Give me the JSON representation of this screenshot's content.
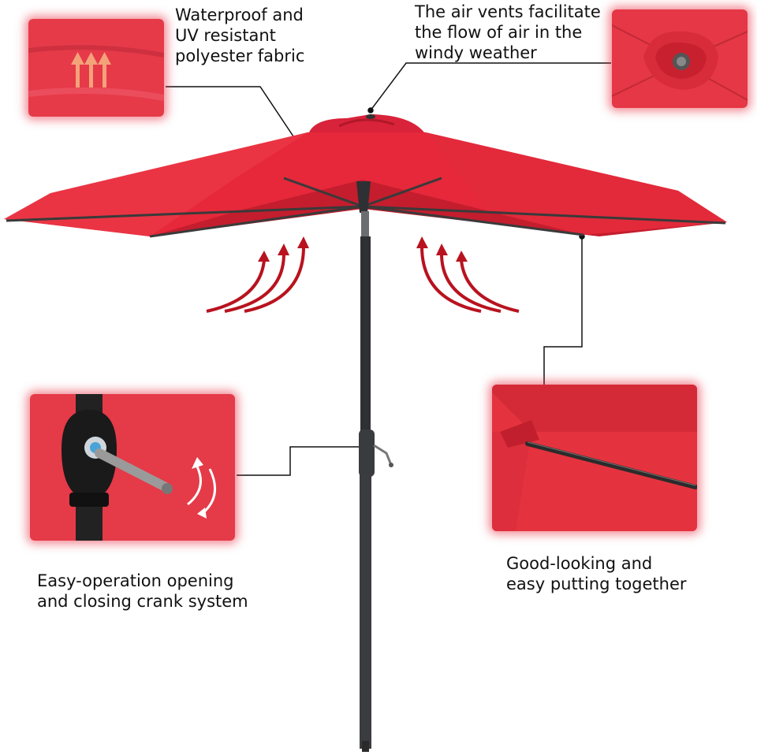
{
  "captions": {
    "fabric": "Waterproof and\nUV resistant\npolyester fabric",
    "vents": "The air vents facilitate\nthe flow of air in the\nwindy weather",
    "crank": "Easy-operation opening\nand closing crank system",
    "assembly": "Good-looking and\neasy putting together"
  },
  "colors": {
    "canopy": "#e6283a",
    "canopy_dark": "#c41d2e",
    "pole": "#2f3033",
    "panel_bg": "#e53a48",
    "arrow_red": "#b8131f",
    "arrow_orange": "#f4a27a"
  },
  "illustration": {
    "subject": "red-patio-umbrella-with-crank"
  }
}
